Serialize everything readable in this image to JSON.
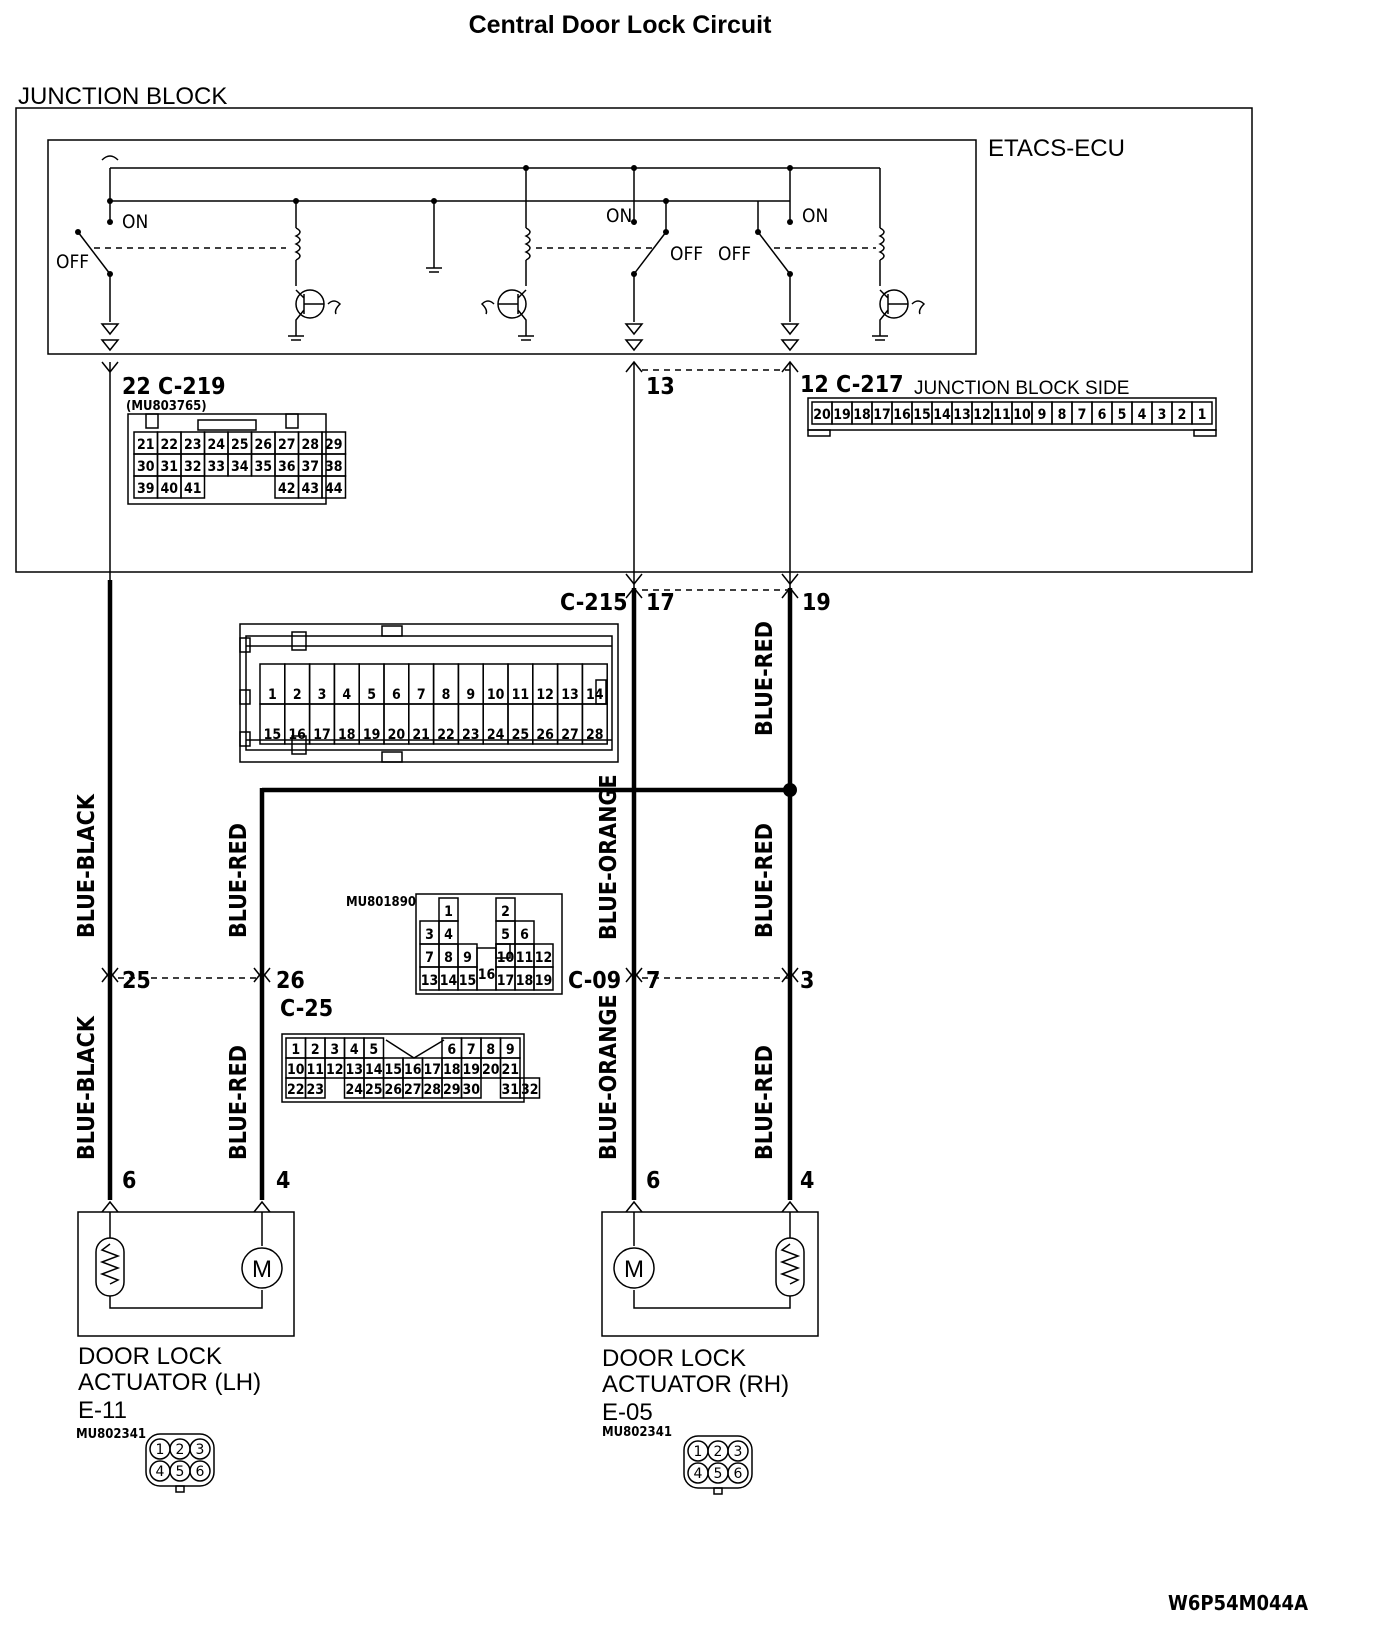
{
  "title": "Central Door Lock Circuit",
  "junction_block_label": "JUNCTION BLOCK",
  "ecu_label": "ETACS-ECU",
  "switch_labels": {
    "on": "ON",
    "off": "OFF"
  },
  "connectors": {
    "c219": {
      "pin": "22",
      "name": "C-219",
      "part": "(MU803765)",
      "rows": [
        [
          "21",
          "22",
          "23",
          "24",
          "25",
          "26",
          "27",
          "28",
          "29"
        ],
        [
          "30",
          "31",
          "32",
          "33",
          "34",
          "35",
          "36",
          "37",
          "38"
        ],
        [
          "39",
          "40",
          "41",
          "",
          "",
          "",
          "42",
          "43",
          "44"
        ]
      ]
    },
    "c217": {
      "pin13": "13",
      "pin12": "12",
      "name": "C-217",
      "side": "JUNCTION BLOCK SIDE",
      "cells": [
        "20",
        "19",
        "18",
        "17",
        "16",
        "15",
        "14",
        "13",
        "12",
        "11",
        "10",
        "9",
        "8",
        "7",
        "6",
        "5",
        "4",
        "3",
        "2",
        "1"
      ]
    },
    "c215": {
      "name": "C-215",
      "pin17": "17",
      "pin19": "19",
      "rows": [
        [
          "1",
          "2",
          "3",
          "4",
          "5",
          "6",
          "7",
          "8",
          "9",
          "10",
          "11",
          "12",
          "13",
          "14"
        ],
        [
          "15",
          "16",
          "17",
          "18",
          "19",
          "20",
          "21",
          "22",
          "23",
          "24",
          "25",
          "26",
          "27",
          "28"
        ]
      ]
    },
    "c09": {
      "name": "C-09",
      "pin7": "7",
      "pin3": "3",
      "part": "MU801890",
      "rows": [
        [
          "",
          "1",
          "",
          "",
          "2",
          ""
        ],
        [
          "3",
          "4",
          "",
          "",
          "5",
          "6"
        ],
        [
          "7",
          "8",
          "9",
          "",
          "10",
          "11",
          "12"
        ],
        [
          "13",
          "14",
          "15",
          "16",
          "17",
          "18",
          "19"
        ]
      ]
    },
    "c25": {
      "name": "C-25",
      "pin25": "25",
      "pin26": "26",
      "rows": [
        [
          "1",
          "2",
          "3",
          "4",
          "5",
          "",
          "",
          "6",
          "7",
          "8",
          "9"
        ],
        [
          "10",
          "11",
          "12",
          "13",
          "14",
          "15",
          "16",
          "17",
          "18",
          "19",
          "20",
          "21"
        ],
        [
          "22",
          "23",
          "",
          "24",
          "25",
          "26",
          "27",
          "28",
          "29",
          "30",
          "",
          "31",
          "32"
        ]
      ]
    },
    "e11": {
      "pin6": "6",
      "pin4": "4",
      "name": "E-11",
      "part": "MU802341"
    },
    "e05": {
      "pin6": "6",
      "pin4": "4",
      "name": "E-05",
      "part": "MU802341"
    },
    "actuator_pins": [
      "1",
      "2",
      "3",
      "4",
      "5",
      "6"
    ]
  },
  "wires": {
    "blue_black": "BLUE-BLACK",
    "blue_red": "BLUE-RED",
    "blue_orange": "BLUE-ORANGE"
  },
  "actuators": {
    "lh_line1": "DOOR LOCK",
    "lh_line2": "ACTUATOR (LH)",
    "rh_line1": "DOOR LOCK",
    "rh_line2": "ACTUATOR (RH)"
  },
  "motor_symbol": "M",
  "figure_code": "W6P54M044A"
}
